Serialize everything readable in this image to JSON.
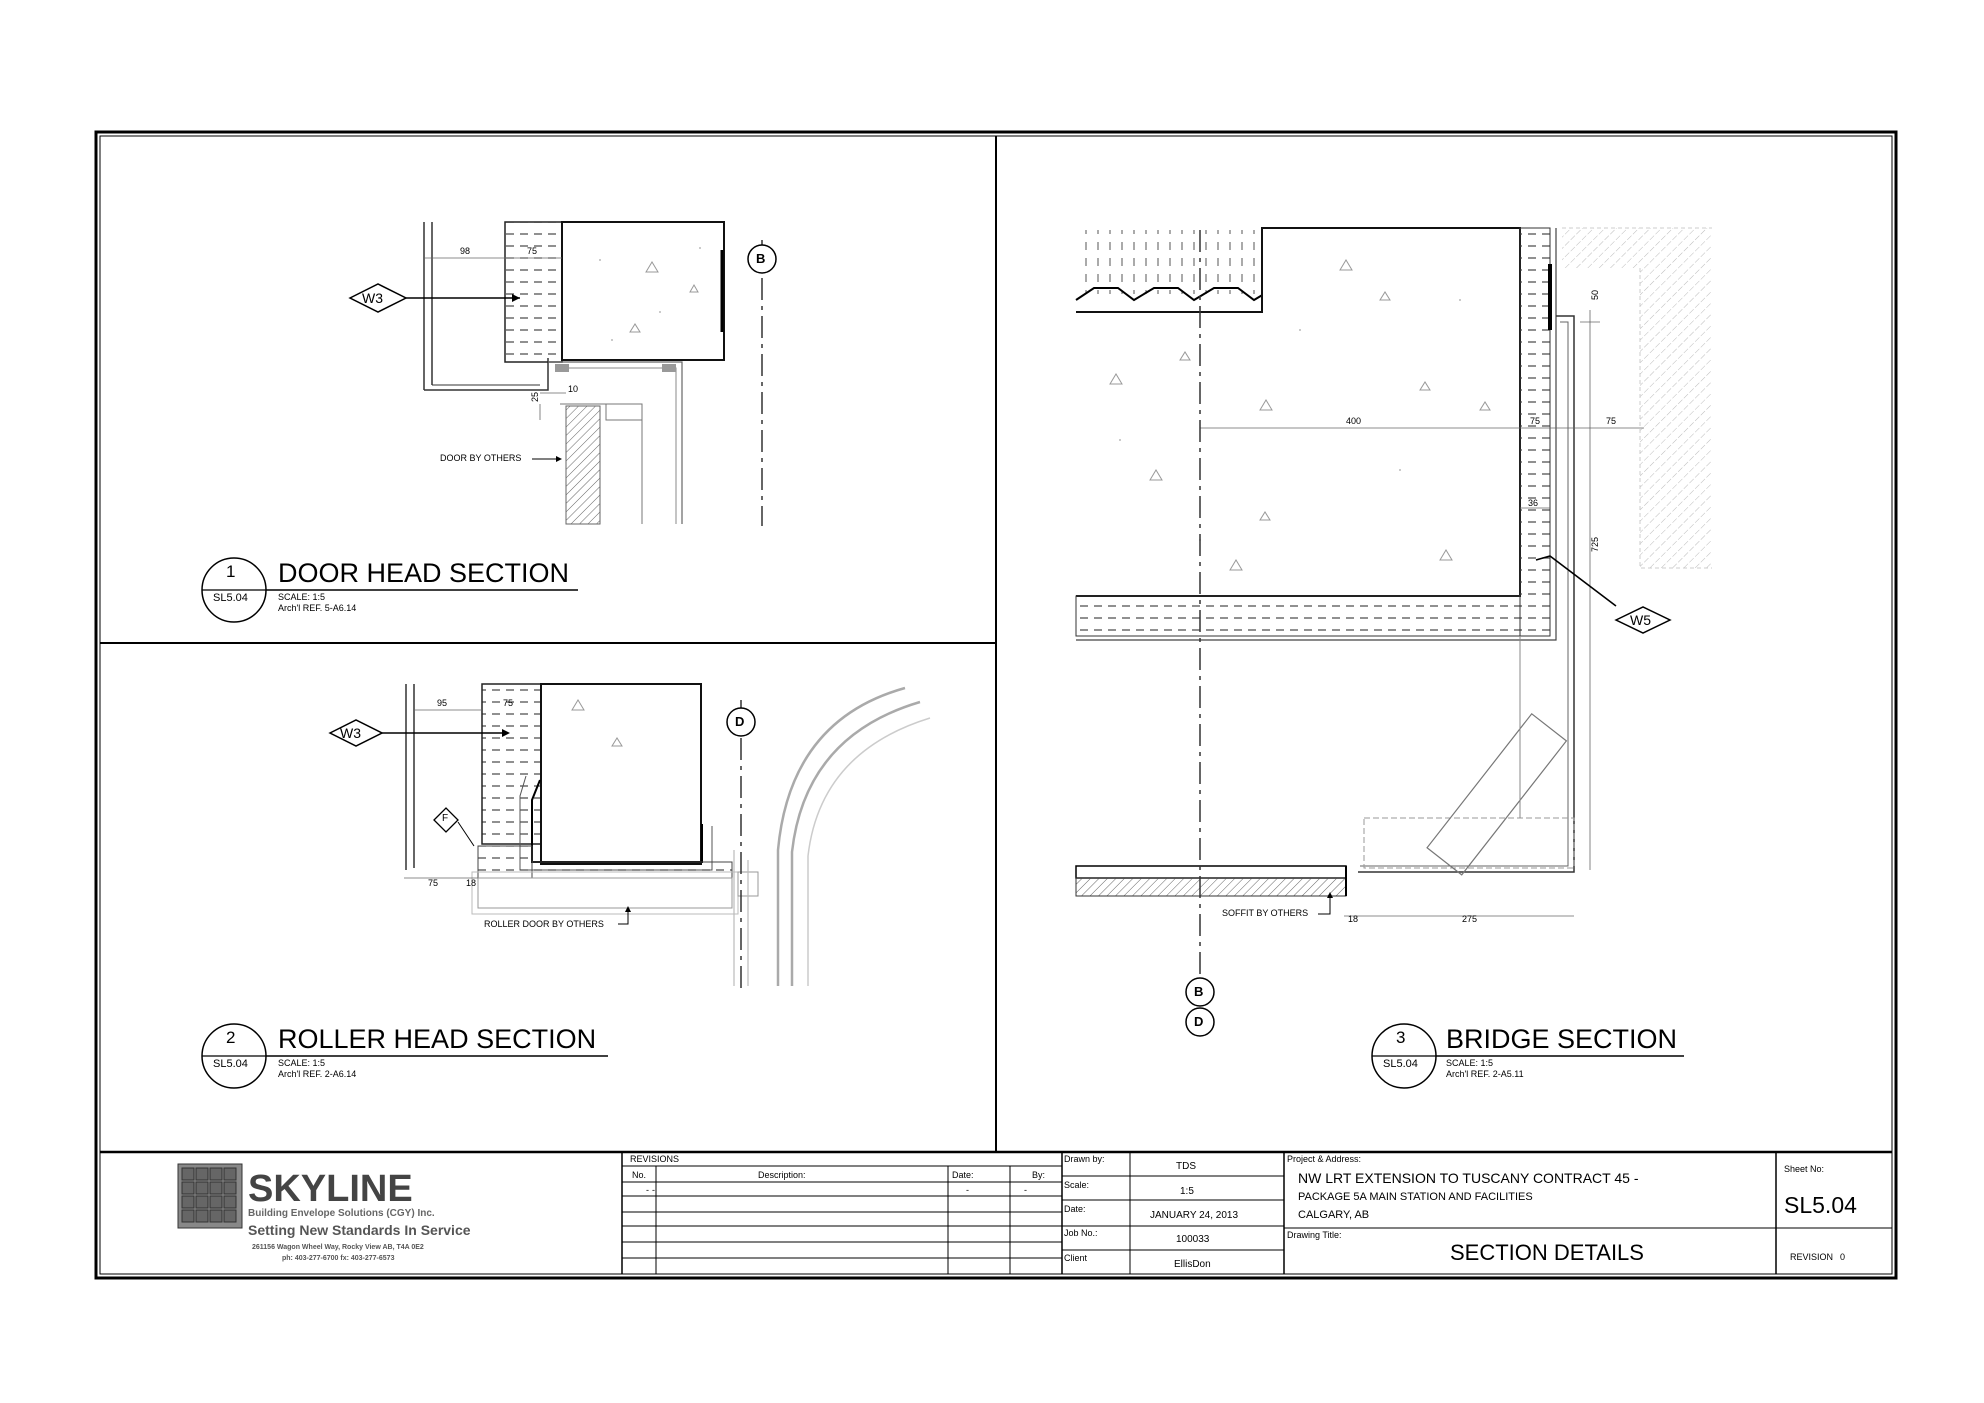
{
  "details": [
    {
      "number": "1",
      "sheet_ref": "SL5.04",
      "title": "DOOR HEAD SECTION",
      "scale": "SCALE:  1:5",
      "arch_ref": "Arch'l REF.  5-A6.14",
      "tag": "W3",
      "gridline": "B",
      "note": "DOOR BY OTHERS",
      "dims": [
        "98",
        "75",
        "10",
        "25"
      ]
    },
    {
      "number": "2",
      "sheet_ref": "SL5.04",
      "title_bold": "ROLLER",
      "title_rest": " HEAD SECTION",
      "scale": "SCALE:  1:5",
      "arch_ref": "Arch'l REF.  2-A6.14",
      "tag": "W3",
      "tag2": "F",
      "gridline": "D",
      "note": "ROLLER DOOR BY OTHERS",
      "dims": [
        "95",
        "75",
        "75",
        "18"
      ]
    },
    {
      "number": "3",
      "sheet_ref": "SL5.04",
      "title": "BRIDGE SECTION",
      "scale": "SCALE:  1:5",
      "arch_ref": "Arch'l REF.  2-A5.11",
      "tag": "W5",
      "gridline_b": "B",
      "gridline_d": "D",
      "note": "SOFFIT BY OTHERS",
      "dims": [
        "50",
        "400",
        "75",
        "75",
        "725",
        "36",
        "18",
        "275"
      ]
    }
  ],
  "title_block": {
    "company": "SKYLINE",
    "company_sub": "Building Envelope Solutions (CGY) Inc.",
    "slogan": "Setting New Standards In Service",
    "address": "261156 Wagon Wheel Way, Rocky View AB, T4A 0E2",
    "phone": "ph: 403-277-6700   fx: 403-277-6573",
    "revisions_label": "REVISIONS",
    "rev_cols": [
      "No.",
      "Description:",
      "Date:",
      "By:"
    ],
    "rev_row": [
      "-",
      "-",
      "-",
      "-"
    ],
    "drawn_by_label": "Drawn by:",
    "drawn_by": "TDS",
    "scale_label": "Scale:",
    "scale": "1:5",
    "date_label": "Date:",
    "date": "JANUARY 24, 2013",
    "job_label": "Job No.:",
    "job": "100033",
    "client_label": "Client",
    "client": "EllisDon",
    "project_label": "Project & Address:",
    "project_line1": "NW LRT EXTENSION TO TUSCANY CONTRACT 45 -",
    "project_line2": "PACKAGE 5A MAIN STATION AND FACILITIES",
    "project_line3": "CALGARY, AB",
    "drawing_title_label": "Drawing Title:",
    "drawing_title": "SECTION DETAILS",
    "sheet_label": "Sheet No:",
    "sheet": "SL5.04",
    "revision_label": "REVISION",
    "revision": "0"
  }
}
